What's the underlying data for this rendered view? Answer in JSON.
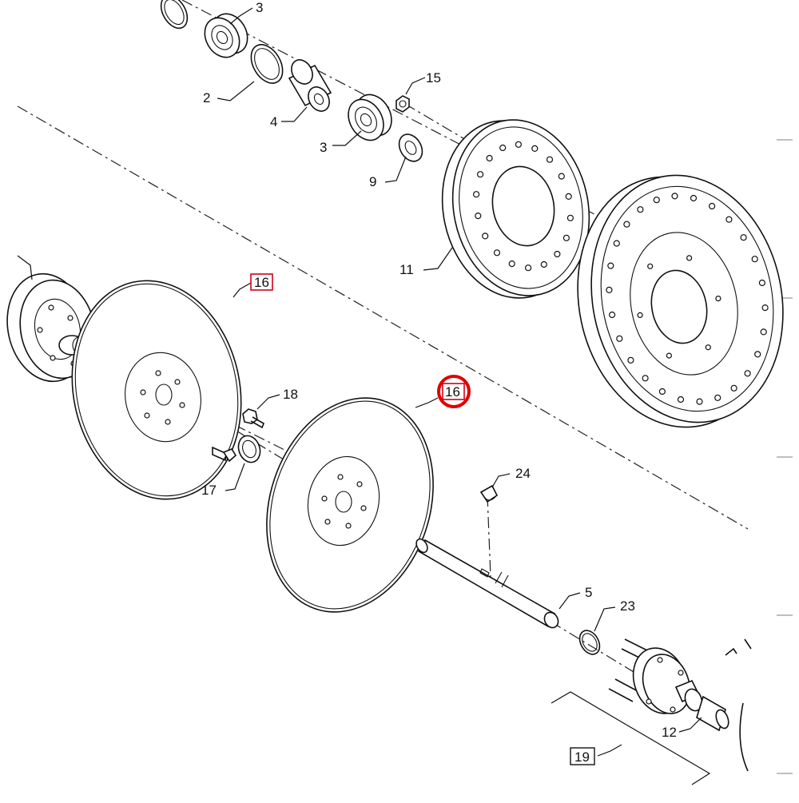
{
  "diagram": {
    "callouts": {
      "c3a": "3",
      "c2": "2",
      "c4": "4",
      "c3b": "3",
      "c15": "15",
      "c9": "9",
      "c11": "11",
      "c16a": "16",
      "c16b": "16",
      "c18": "18",
      "c17": "17",
      "c24": "24",
      "c5": "5",
      "c23": "23",
      "c12": "12",
      "c19": "19"
    },
    "highlighted_part": "16",
    "colors": {
      "highlight": "#e00000",
      "line": "#111111",
      "background": "#ffffff"
    }
  }
}
